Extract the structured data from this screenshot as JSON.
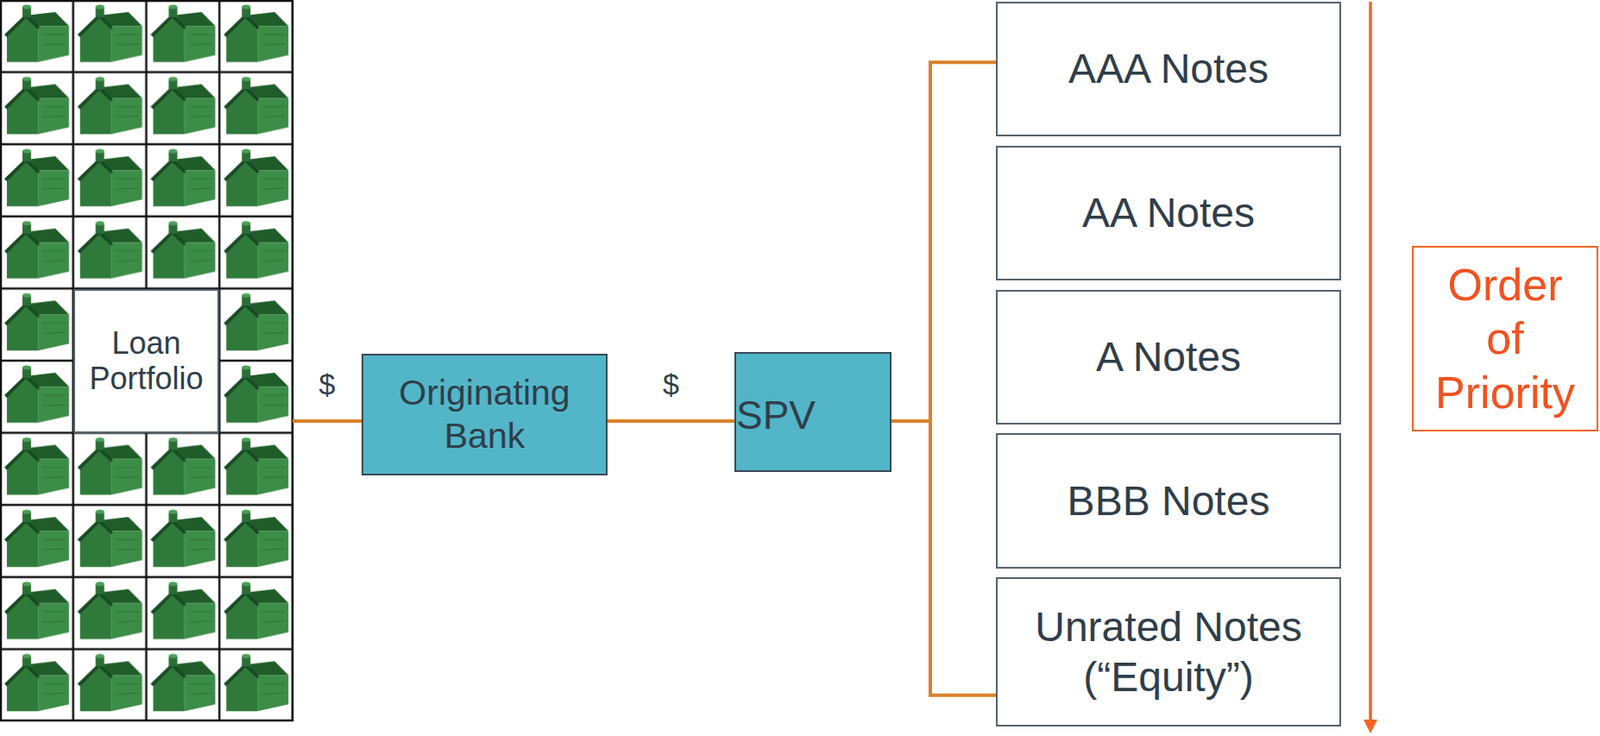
{
  "diagram": {
    "nodes": [
      {
        "text": [
          "Loan Portfolio"
        ]
      },
      {
        "text": [
          "Originating Bank"
        ]
      },
      {
        "text": [
          "SPV"
        ]
      },
      {
        "text": [
          "AAA Notes"
        ]
      },
      {
        "text": [
          "AA Notes"
        ]
      },
      {
        "text": [
          "A Notes"
        ]
      },
      {
        "text": [
          "BBB Notes"
        ]
      },
      {
        "text": [
          "Unrated Notes (“Equity”)"
        ]
      },
      {
        "text": [
          "Order of Priority"
        ]
      }
    ],
    "edges": [
      {
        "from": 0,
        "to": 1,
        "arrow": "none",
        "label": "$"
      },
      {
        "from": 1,
        "to": 2,
        "arrow": "none",
        "label": "$"
      },
      {
        "from": 2,
        "to": 3,
        "arrow": "none"
      },
      {
        "from": 2,
        "to": 7,
        "arrow": "none"
      }
    ]
  }
}
